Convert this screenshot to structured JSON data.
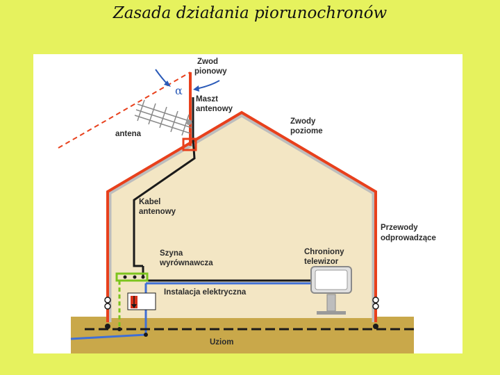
{
  "title": "Zasada działania piorunochronów",
  "labels": {
    "zwod_pionowy_1": "Zwod",
    "zwod_pionowy_2": "pionowy",
    "alpha": "α",
    "maszt_1": "Maszt",
    "maszt_2": "antenowy",
    "antena": "antena",
    "zwody_poziome_1": "Zwody",
    "zwody_poziome_2": "poziome",
    "kabel_1": "Kabel",
    "kabel_2": "antenowy",
    "przewody_1": "Przewody",
    "przewody_2": "odprowadzące",
    "szyna_1": "Szyna",
    "szyna_2": "wyrównawcza",
    "tv_1": "Chroniony",
    "tv_2": "telewizor",
    "instalacja": "Instalacja elektryczna",
    "uziom": "Uziom"
  },
  "colors": {
    "background": "#e6f25e",
    "house_fill": "#f3e6c4",
    "ground": "#c9a84a",
    "lightning_conductor": "#e8401c",
    "electrical": "#3f6fd6",
    "antenna_cable": "#1a1a1a",
    "earth_wire": "#7cc41e"
  }
}
